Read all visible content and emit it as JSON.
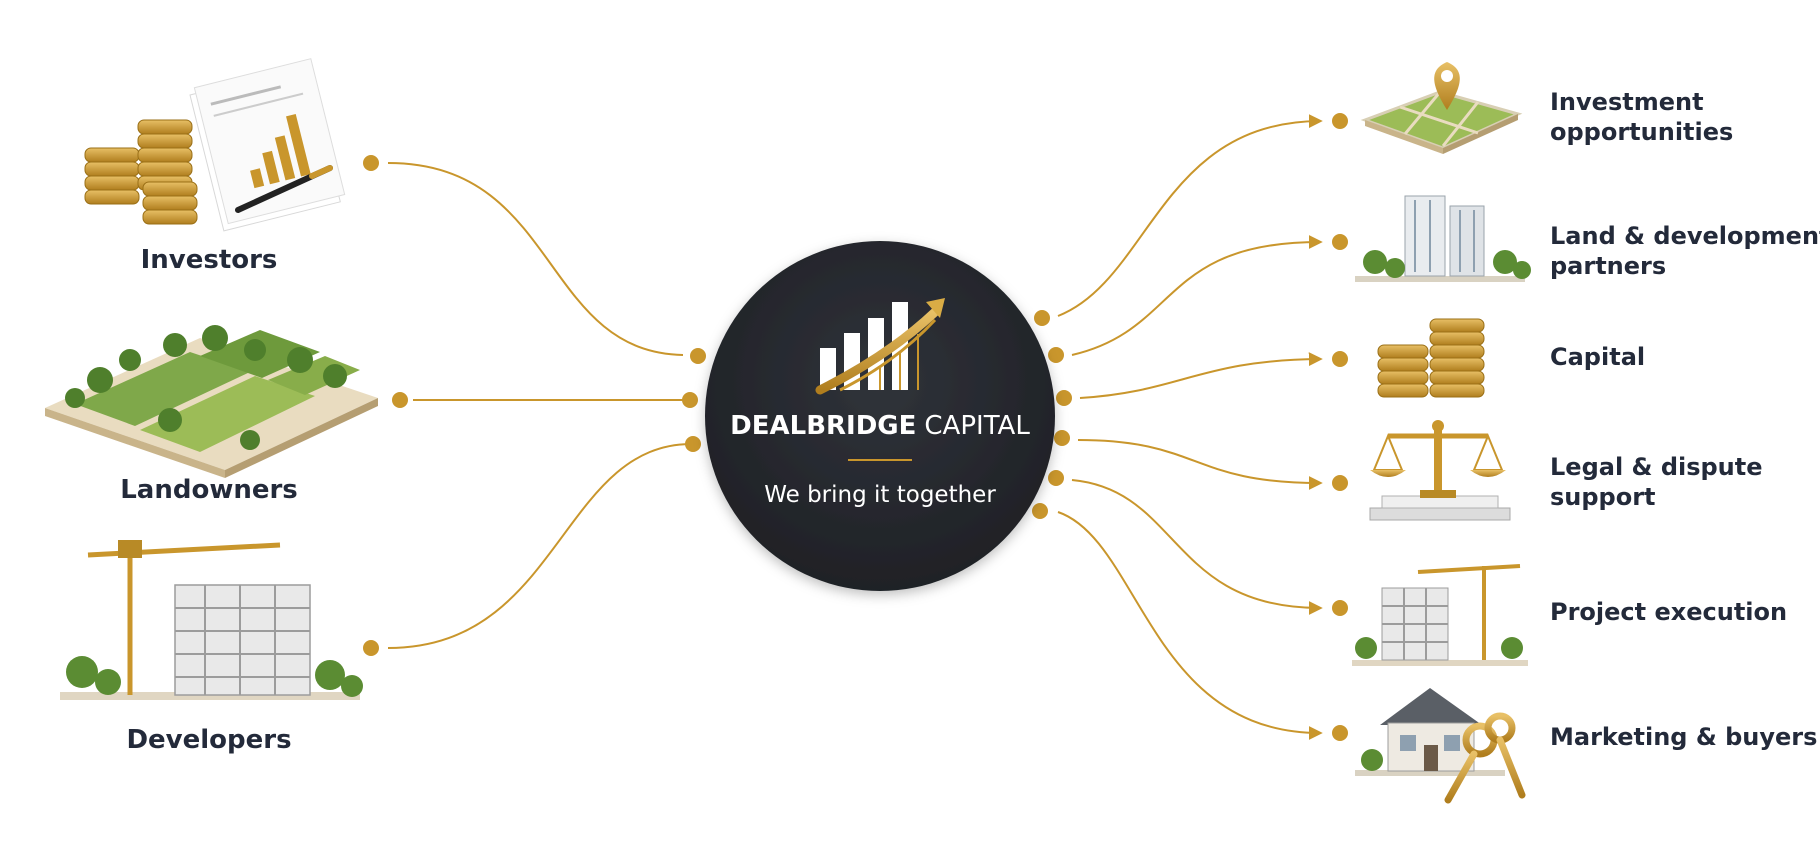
{
  "brand": {
    "name_strong": "DEALBRIDGE",
    "name_light": "CAPITAL",
    "tagline": "We bring it together"
  },
  "colors": {
    "gold": "#C9962C",
    "circle": "#25272C",
    "text": "#232A3A"
  },
  "inputs": [
    {
      "label": "Investors",
      "icon": "coins-and-report-icon"
    },
    {
      "label": "Landowners",
      "icon": "farmland-icon"
    },
    {
      "label": "Developers",
      "icon": "construction-site-icon"
    }
  ],
  "outputs": [
    {
      "lines": [
        "Investment",
        "opportunities"
      ],
      "icon": "map-pin-plot-icon"
    },
    {
      "lines": [
        "Land & development",
        "partners"
      ],
      "icon": "buildings-icon"
    },
    {
      "lines": [
        "Capital"
      ],
      "icon": "coin-stacks-icon"
    },
    {
      "lines": [
        "Legal & dispute",
        "support"
      ],
      "icon": "scales-of-justice-icon"
    },
    {
      "lines": [
        "Project execution"
      ],
      "icon": "crane-building-icon"
    },
    {
      "lines": [
        "Marketing & buyers"
      ],
      "icon": "house-keys-icon"
    }
  ]
}
